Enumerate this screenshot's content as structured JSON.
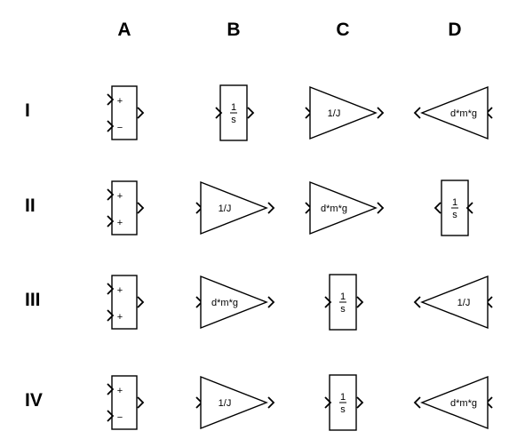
{
  "columns": [
    "A",
    "B",
    "C",
    "D"
  ],
  "rows": [
    "I",
    "II",
    "III",
    "IV"
  ],
  "grid": [
    [
      {
        "type": "sum",
        "signs": [
          "+",
          "−"
        ]
      },
      {
        "type": "integrator",
        "num": "1",
        "den": "s"
      },
      {
        "type": "gain",
        "label": "1/J",
        "dir": "right"
      },
      {
        "type": "gain",
        "label": "d*m*g",
        "dir": "left"
      }
    ],
    [
      {
        "type": "sum",
        "signs": [
          "+",
          "+"
        ]
      },
      {
        "type": "gain",
        "label": "1/J",
        "dir": "right"
      },
      {
        "type": "gain",
        "label": "d*m*g",
        "dir": "right"
      },
      {
        "type": "integrator",
        "num": "1",
        "den": "s",
        "dir": "left"
      }
    ],
    [
      {
        "type": "sum",
        "signs": [
          "+",
          "+"
        ]
      },
      {
        "type": "gain",
        "label": "d*m*g",
        "dir": "right"
      },
      {
        "type": "integrator",
        "num": "1",
        "den": "s"
      },
      {
        "type": "gain",
        "label": "1/J",
        "dir": "left"
      }
    ],
    [
      {
        "type": "sum",
        "signs": [
          "+",
          "−"
        ]
      },
      {
        "type": "gain",
        "label": "1/J",
        "dir": "right"
      },
      {
        "type": "integrator",
        "num": "1",
        "den": "s"
      },
      {
        "type": "gain",
        "label": "d*m*g",
        "dir": "left"
      }
    ]
  ]
}
